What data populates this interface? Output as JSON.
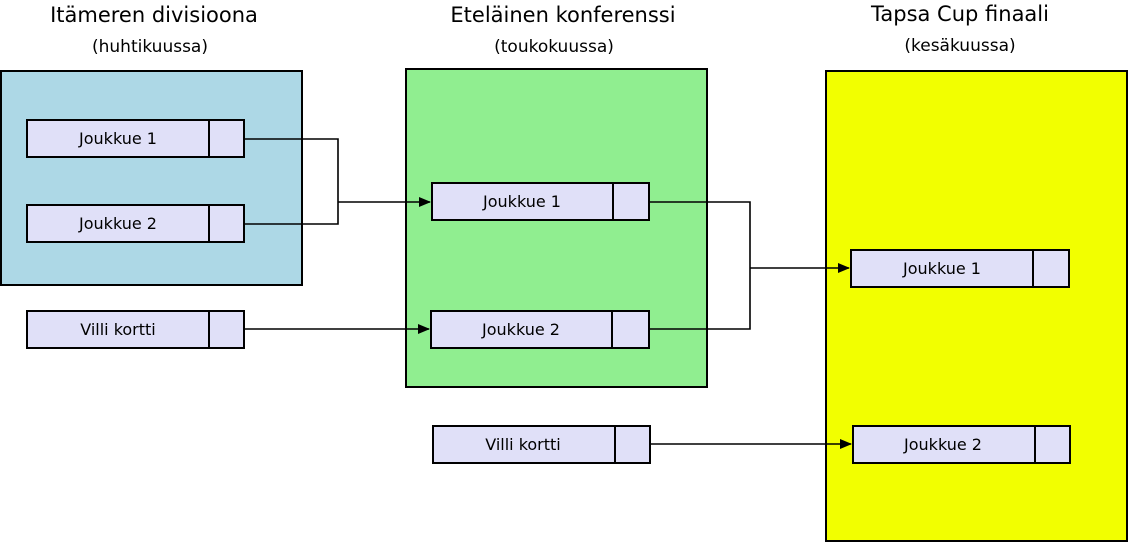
{
  "colors": {
    "stage_1": "#add8e6",
    "stage_2": "#90ee90",
    "stage_3": "#f2ff00",
    "team_box": "#e0e0f8"
  },
  "stages": [
    {
      "title": "Itämeren divisioona",
      "subtitle": "(huhtikuussa)",
      "teams": [
        "Joukkue 1",
        "Joukkue 2"
      ],
      "wildcard": "Villi kortti"
    },
    {
      "title": "Eteläinen konferenssi",
      "subtitle": "(toukokuussa)",
      "teams": [
        "Joukkue 1",
        "Joukkue 2"
      ],
      "wildcard": "Villi kortti"
    },
    {
      "title": "Tapsa Cup finaali",
      "subtitle": "(kesäkuussa)",
      "teams": [
        "Joukkue 1",
        "Joukkue 2"
      ]
    }
  ]
}
